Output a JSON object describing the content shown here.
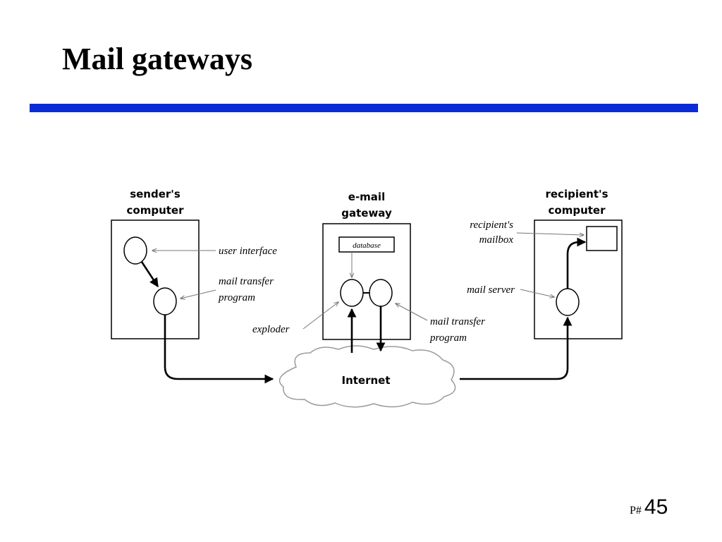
{
  "slide": {
    "title": "Mail gateways",
    "page_prefix": "P#",
    "page_number": "45",
    "accent_color": "#0a2bd6"
  },
  "diagram": {
    "sender": {
      "title_line1": "sender's",
      "title_line2": "computer",
      "label_user_interface": "user interface",
      "label_mail_transfer_line1": "mail transfer",
      "label_mail_transfer_line2": "program"
    },
    "gateway": {
      "title_line1": "e-mail",
      "title_line2": "gateway",
      "database": "database",
      "label_exploder": "exploder",
      "label_mail_transfer_line1": "mail transfer",
      "label_mail_transfer_line2": "program"
    },
    "recipient": {
      "title_line1": "recipient's",
      "title_line2": "computer",
      "label_mailbox_line1": "recipient's",
      "label_mailbox_line2": "mailbox",
      "label_mail_server": "mail server"
    },
    "network": {
      "label": "Internet"
    }
  }
}
